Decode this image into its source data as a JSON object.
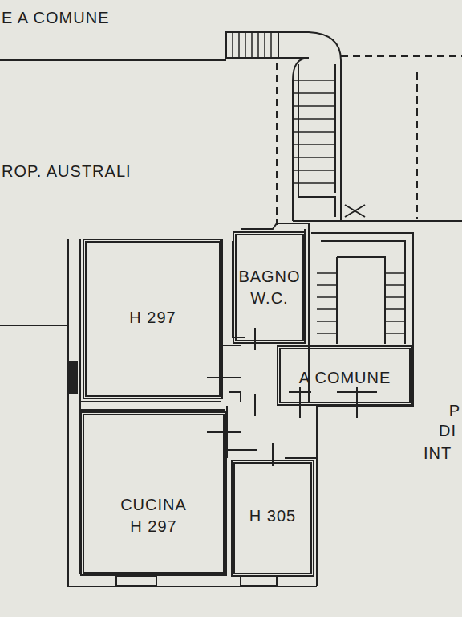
{
  "diagram": {
    "nodes": [
      {
        "text": [
          "H 297"
        ]
      },
      {
        "text": [
          "BAGNO W.C."
        ]
      },
      {
        "text": [
          "A COMUNE"
        ]
      },
      {
        "text": [
          "CUCINA",
          "H 297"
        ]
      },
      {
        "text": [
          "H 305"
        ]
      }
    ],
    "labels": [
      "E A COMUNE",
      "ROP. AUSTRALI",
      "P",
      "DI",
      "INT"
    ]
  }
}
